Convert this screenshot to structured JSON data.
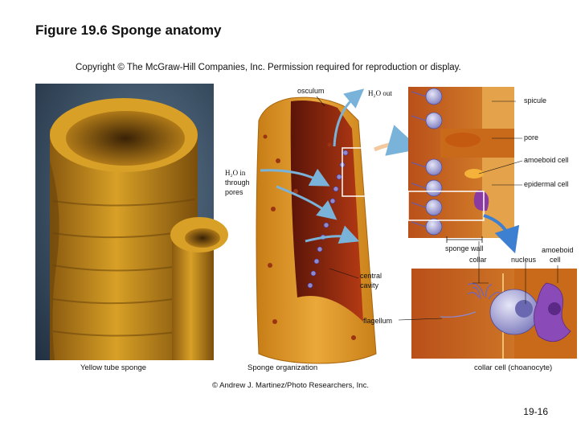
{
  "title": "Figure 19.6 Sponge anatomy",
  "copyright": "Copyright © The McGraw-Hill Companies, Inc. Permission required for reproduction or display.",
  "labels": {
    "osculum": "osculum",
    "h2o_out": "H₂O out",
    "h2o_in_1": "H₂O in",
    "h2o_in_2": "through",
    "h2o_in_3": "pores",
    "spicule": "spicule",
    "pore": "pore",
    "amoeboid_cell": "amoeboid cell",
    "epidermal_cell": "epidermal cell",
    "sponge_wall": "sponge wall",
    "collar": "collar",
    "nucleus": "nucleus",
    "amoeboid_cell_2a": "amoeboid",
    "amoeboid_cell_2b": "cell",
    "central_cavity_1": "central",
    "central_cavity_2": "cavity",
    "flagellum": "flagellum"
  },
  "captions": {
    "yellow_tube_sponge": "Yellow tube sponge",
    "sponge_organization": "Sponge organization",
    "collar_cell": "collar cell (choanocyte)",
    "photo_credit": "© Andrew J. Martinez/Photo Researchers, Inc."
  },
  "slide_number": "19-16",
  "colors": {
    "sponge": "#d39a1e",
    "sponge_dark": "#8a5a10",
    "water": "#7ab3d9",
    "cell": "#a8a6d8"
  }
}
